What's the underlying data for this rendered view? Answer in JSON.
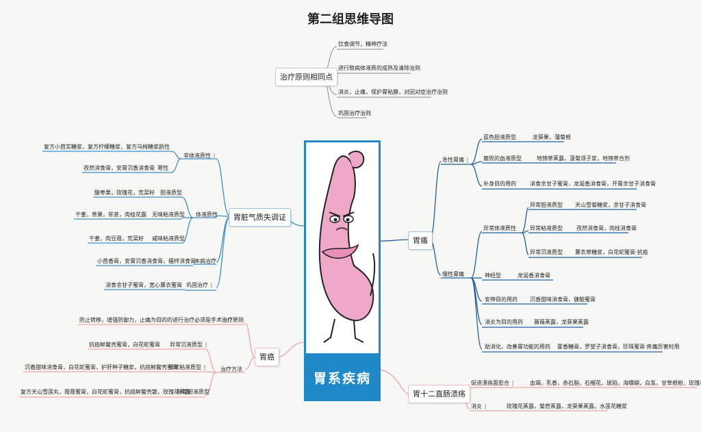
{
  "title": "第二组思维导图",
  "center": {
    "label": "胃系疾病"
  },
  "top": {
    "node": "治疗原则相同点",
    "items": [
      "饮食调节，精神疗法",
      "进行致病体液质的成熟及清除治则",
      "消炎，止痛，保护胃粘膜，对因对症治疗治则",
      "巩固治疗治则"
    ]
  },
  "left1": {
    "node": "胃脏气质失调证",
    "groups": [
      {
        "label": "非体液质性",
        "items": [
          {
            "name": "热性",
            "value": "复方小茴实糖浆，复方柠檬糖浆，复方乌梅糖浆。"
          },
          {
            "name": "寒性",
            "value": "孜然消食膏，安胃沉香消食膏"
          }
        ]
      },
      {
        "label": "体液质性",
        "items": [
          {
            "name": "胆液质型",
            "value": "酸枣栗，玫瑰花，荒菜籽"
          },
          {
            "name": "无味粘液质型",
            "value": "干姜，草果，荜茇，肉桂花露"
          },
          {
            "name": "咸味粘液质型",
            "value": "干姜，肉豆蔻，荒菜籽"
          }
        ]
      }
    ],
    "extra": [
      {
        "label": "本病治疗",
        "value": "小茴香膏，安胃沉香消食膏，檀梓消食膏"
      },
      {
        "label": "巩固治疗",
        "value": "消食余甘子蜜膏，宽心薰衣蜜膏"
      }
    ]
  },
  "left2": {
    "node": "胃癌",
    "principle": {
      "label": "治疗原则",
      "value": "防止转移，增强防御力，止痛为目的的进行治疗必须是手术治疗"
    },
    "method": {
      "label": "治疗方法",
      "items": [
        {
          "name": "异常沉液质型",
          "value": "抗癌鲜鳖壳蜜膏，白花蛇蜜膏"
        },
        {
          "name": "异常粘液质型",
          "value": "沉香甜味消食膏，白花蛇蜜膏，护肝种子糖浆，抗癌鲜鳖壳蜜膏"
        },
        {
          "name": "异常胆液质型",
          "value": "复方天山雪莲丸，蔻蔻蜜膏，白花蛇蜜膏，抗癌鲜鳖壳散，玫瑰花蒸露"
        }
      ]
    }
  },
  "right1": {
    "node": "胃痛",
    "acute": {
      "label": "急性胃痛",
      "items": [
        {
          "name": "蓝色胆液质型",
          "value": "龙葵果，蒲菊根"
        },
        {
          "name": "腐败的血液质型",
          "value": "地锦草蒸露，菠菊须子浆，地锦草合剂"
        },
        {
          "name": "补身目的用药",
          "value": "消食余甘子蜜膏，龙涎香消食膏，开胃余甘子消食膏"
        }
      ]
    },
    "chronic": {
      "label": "慢性胃痛",
      "abnormal": {
        "label": "异常体液质性",
        "items": [
          {
            "name": "异常胆液质型",
            "value": "天山雪菊糖浆，余甘子消食膏"
          },
          {
            "name": "异常粘液质型",
            "value": "孜然消食膏，肉桂消食膏"
          },
          {
            "name": "异常沉液质型",
            "value": "薰衣草糖浆，白花蛇蜜膏·抗癌"
          }
        ]
      },
      "others": [
        {
          "name": "神经型",
          "value": "龙涎香消食膏"
        },
        {
          "name": "安神目的用药",
          "value": "沉香甜味消食膏，健脑蜜膏"
        },
        {
          "name": "消炎为目的用药",
          "value": "薔薇蒸露，龙葵果蒸露"
        },
        {
          "name": "助消化，改善胃功能的用药",
          "value": "霍香糖膏，罗望子消食膏，珍珠蜜膏·疼痛厉害时用"
        }
      ]
    }
  },
  "right2": {
    "node": "胃十二直肠溃疡",
    "items": [
      {
        "name": "促进溃疡面愈合",
        "value": "血竭，乳香，赤石脂，石榴花，琥珀，海螵蛸，白芨，甘草根粉，玫瑰花等。"
      },
      {
        "name": "消炎",
        "value": "玫瑰花蒸露，菊苣蒸露，龙葵果蒸露，水莲花糖浆"
      }
    ]
  },
  "colors": {
    "accent": "#1e88c8",
    "left": "#3d8fc6",
    "rose": "#e8a6a8"
  }
}
